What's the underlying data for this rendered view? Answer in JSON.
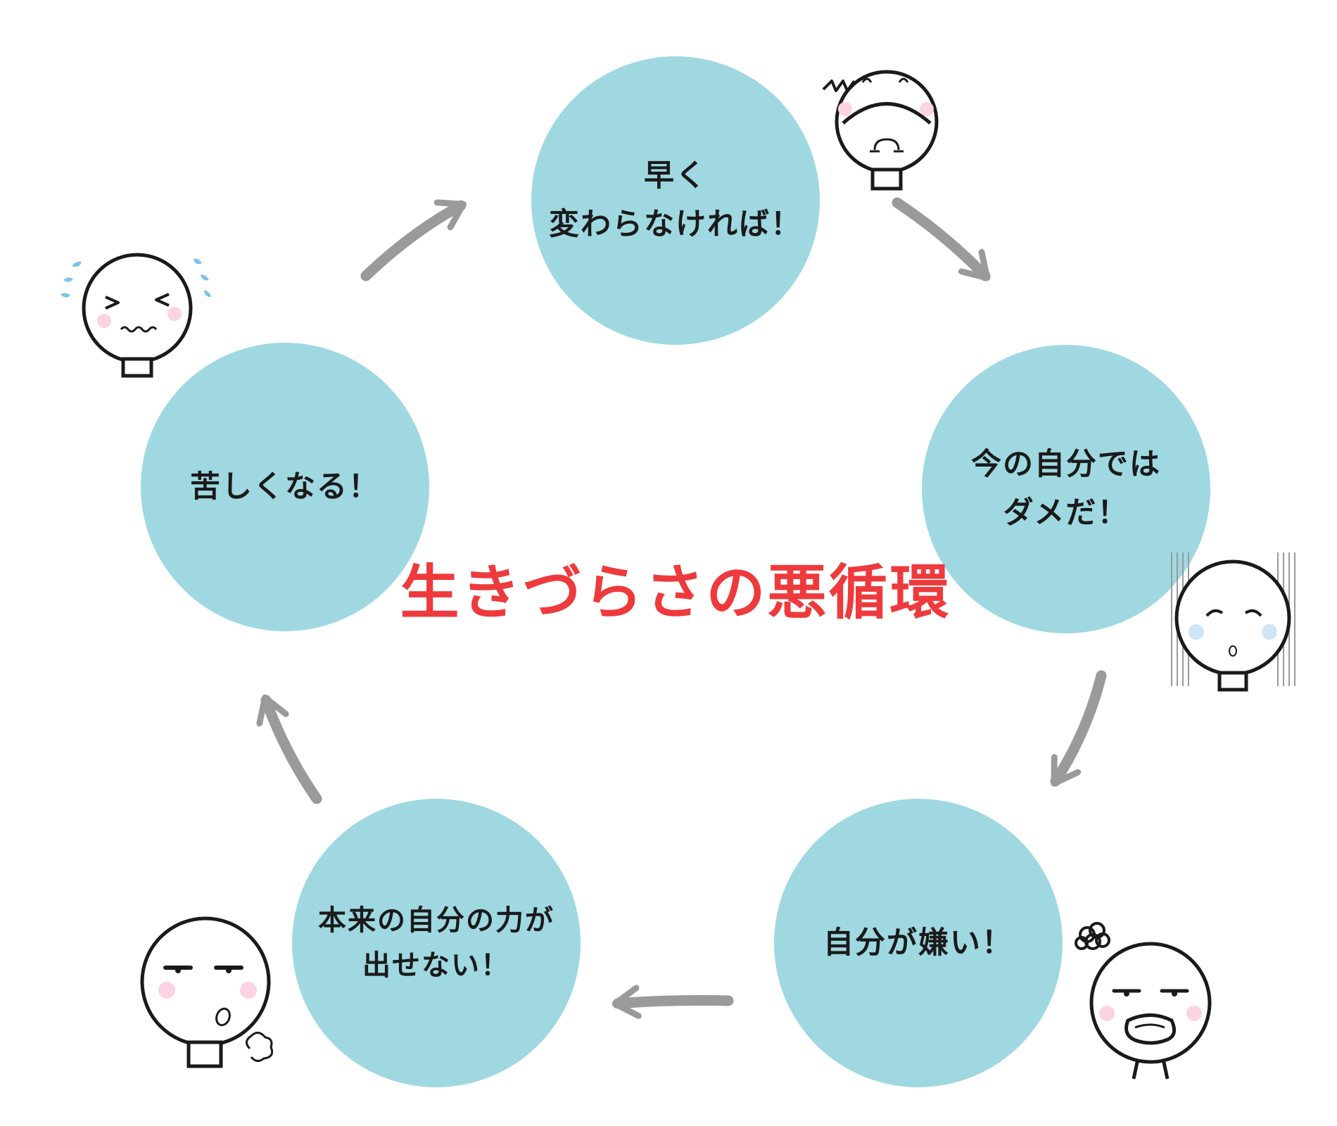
{
  "diagram": {
    "title": "生きづらさの悪循環",
    "colors": {
      "circle": "#9fd8e1",
      "arrow": "#9a9a9a",
      "title": "#ee3a3c",
      "cheek_pink": "#fbd3e3",
      "cheek_blue": "#cfe6f7",
      "sweat": "#7cc2ec",
      "line": "#1a1a1a"
    },
    "nodes": [
      {
        "label": "早く\n変わらなければ！",
        "face": "shocked-face-icon"
      },
      {
        "label": "今の自分では\nダメだ！",
        "face": "gloomy-face-icon"
      },
      {
        "label": "自分が嫌い！",
        "face": "angry-face-icon"
      },
      {
        "label": "本来の自分の力が\n出せない！",
        "face": "sighing-face-icon"
      },
      {
        "label": "苦しくなる！",
        "face": "distressed-face-icon"
      }
    ],
    "flow": "clockwise"
  }
}
